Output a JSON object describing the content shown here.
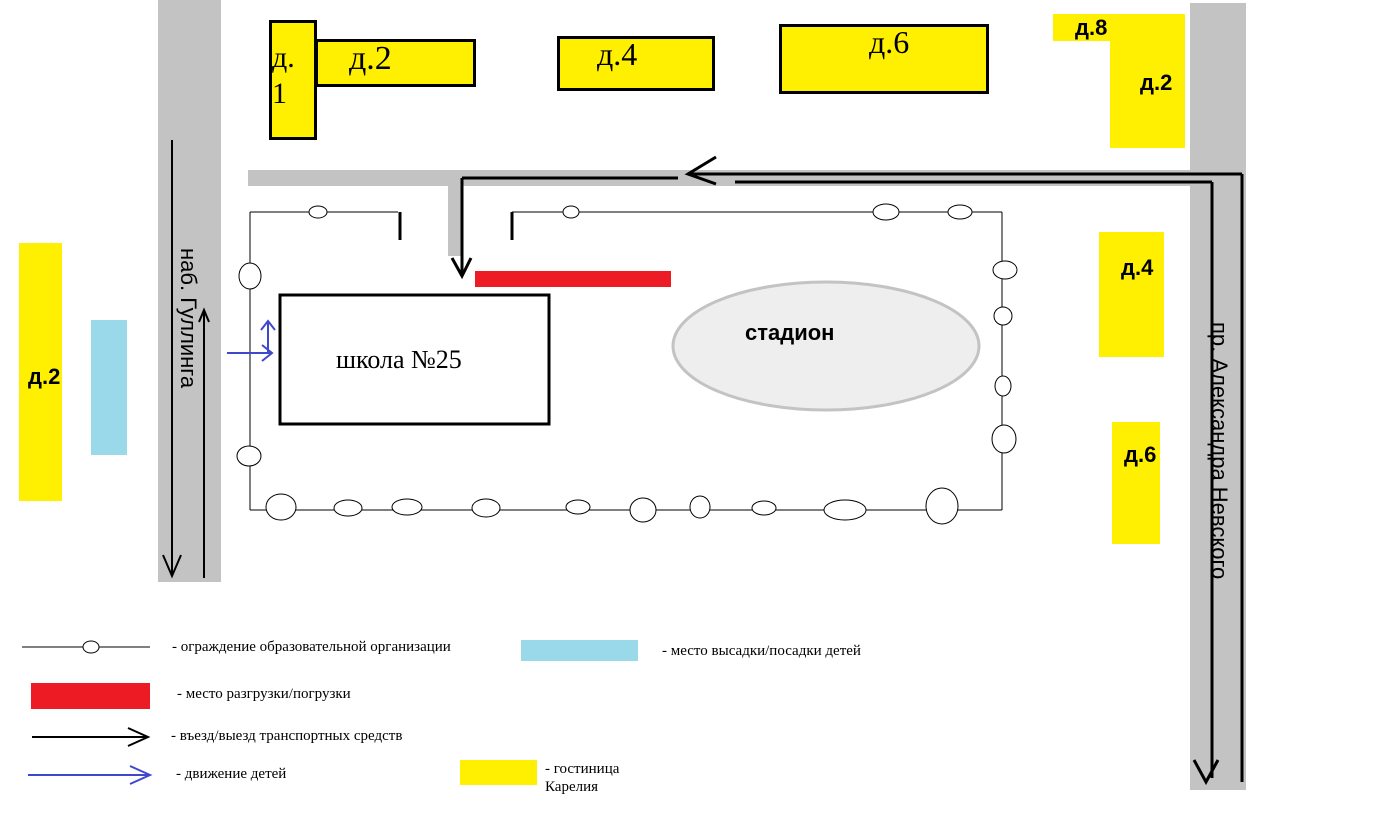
{
  "colors": {
    "road": "#c3c3c3",
    "hotel": "#ffef00",
    "dropoff": "#99d9ea",
    "loading": "#ed1c24",
    "vehicle_arrow": "#000000",
    "children_arrow": "#3f48cc",
    "stadium_fill": "#eeeeee",
    "stadium_stroke": "#c3c3c3"
  },
  "houses": {
    "top_d1": "д.\n1",
    "top_d2": "д.2",
    "top_d4": "д.4",
    "top_d6": "д.6",
    "top_d8": "д.8",
    "right_d2": "д.2",
    "right_d4": "д.4",
    "right_d6": "д.6",
    "left_d2": "д.2"
  },
  "streets": {
    "left": "наб. Гуллинга",
    "right": "пр. Александра Невского"
  },
  "school": {
    "label": "школа №25"
  },
  "stadium": {
    "label": "стадион"
  },
  "legend": {
    "fence": "- ограждение образовательной организации",
    "dropoff": "- место высадки/посадки детей",
    "loading": "- место разгрузки/погрузки",
    "vehicle": "- въезд/выезд транспортных средств",
    "children": "- движение детей",
    "hotel_line1": "- гостиница",
    "hotel_line2": "Карелия"
  }
}
